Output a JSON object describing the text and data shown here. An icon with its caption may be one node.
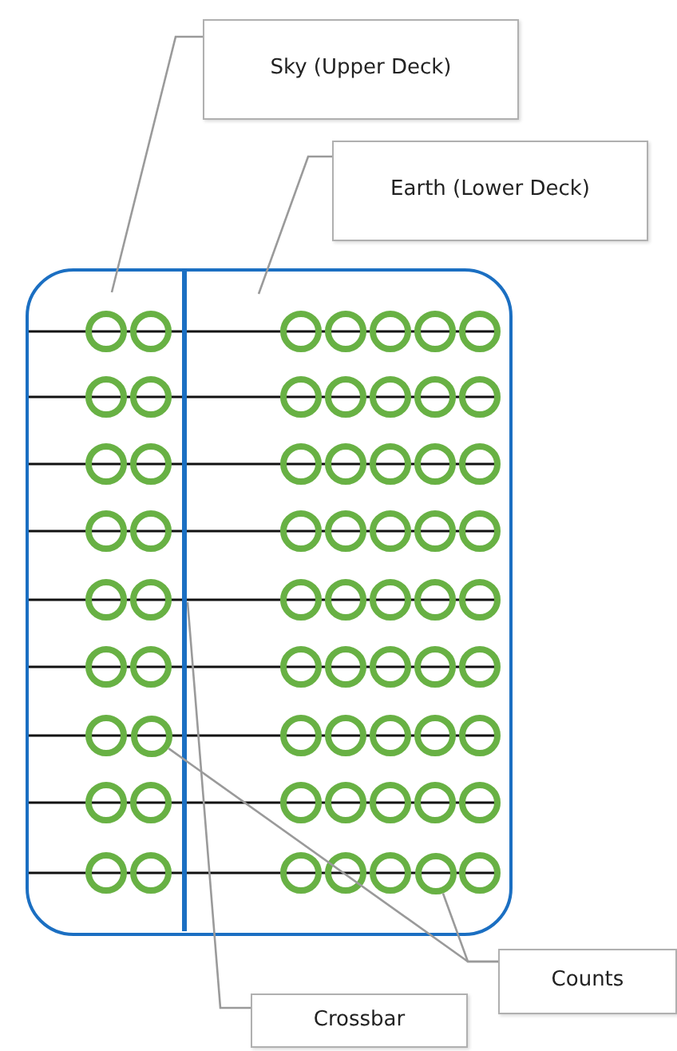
{
  "diagram": {
    "nodes": [
      {
        "text": [
          "Sky (Upper Deck)"
        ]
      },
      {
        "text": [
          "Earth (Lower Deck)"
        ]
      },
      {
        "text": [],
        "shape": "box"
      },
      {
        "text": [],
        "shape": "bar",
        "in": 2
      },
      {
        "text": [],
        "shape": "circle",
        "in": 2
      },
      {
        "text": [],
        "shape": "circle",
        "in": 2
      },
      {
        "text": [
          "Counts"
        ]
      },
      {
        "text": [
          "Crossbar"
        ]
      }
    ],
    "edges": [
      {
        "from": 0,
        "to": null,
        "arrow": "none"
      },
      {
        "from": 1,
        "to": null,
        "arrow": "none"
      },
      {
        "from": 6,
        "to": 4,
        "arrow": "none"
      },
      {
        "from": 6,
        "to": 5,
        "arrow": "none"
      },
      {
        "from": 7,
        "to": 3,
        "arrow": "none"
      }
    ]
  }
}
